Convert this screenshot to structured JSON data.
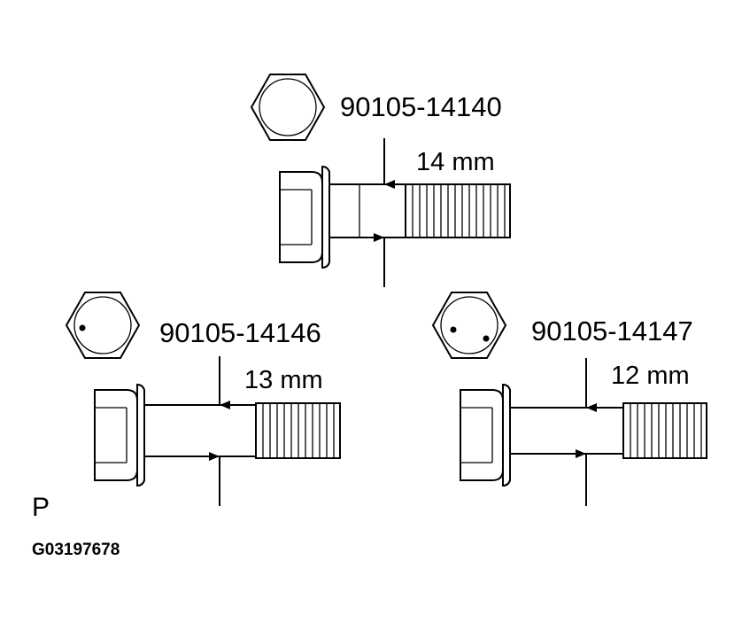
{
  "bolts": [
    {
      "part_number": "90105-14140",
      "diameter": "14 mm",
      "marking_dots": 0
    },
    {
      "part_number": "90105-14146",
      "diameter": "13 mm",
      "marking_dots": 1
    },
    {
      "part_number": "90105-14147",
      "diameter": "12 mm",
      "marking_dots": 2
    }
  ],
  "view_marker": "P",
  "figure_code": "G03197678"
}
